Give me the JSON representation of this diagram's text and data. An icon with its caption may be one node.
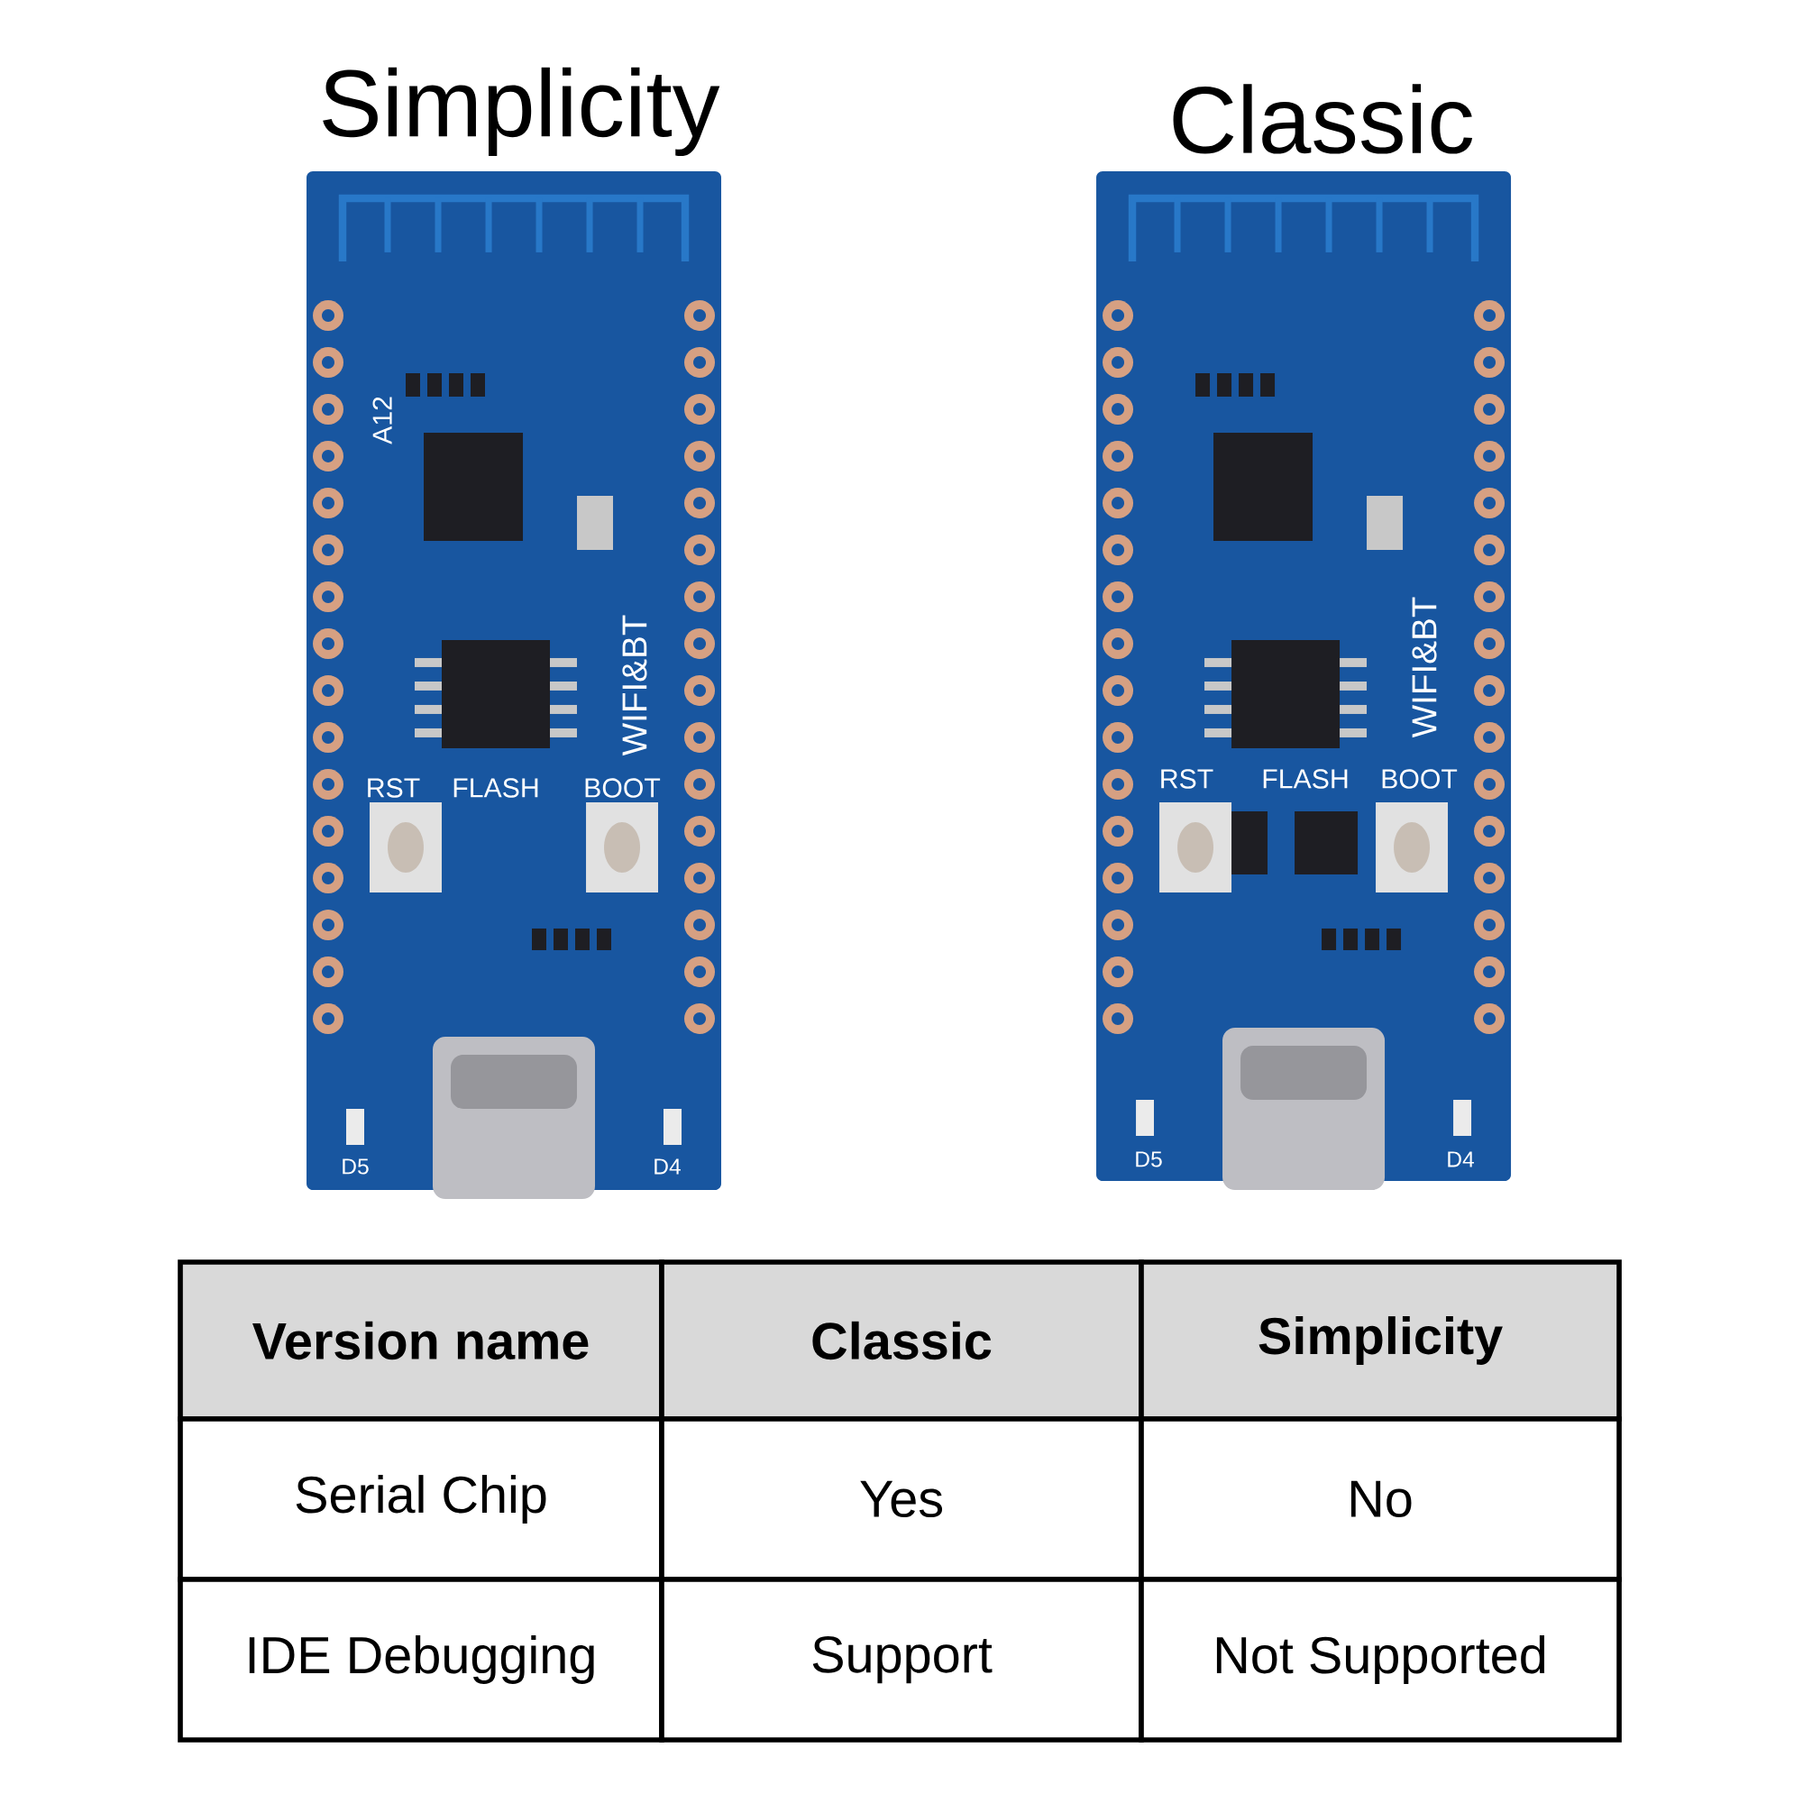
{
  "diagram": {
    "labels": [
      "Simplicity",
      "Classic",
      "A12",
      "RST",
      "FLASH",
      "BOOT",
      "WIFI&BT",
      "D5",
      "D4",
      "RST",
      "FLASH",
      "BOOT",
      "WIFI&BT",
      "D5",
      "D4",
      "Version name",
      "Classic",
      "Simplicity",
      "Serial Chip",
      "Yes",
      "No",
      "IDE Debugging",
      "Support",
      "Not Supported"
    ]
  }
}
